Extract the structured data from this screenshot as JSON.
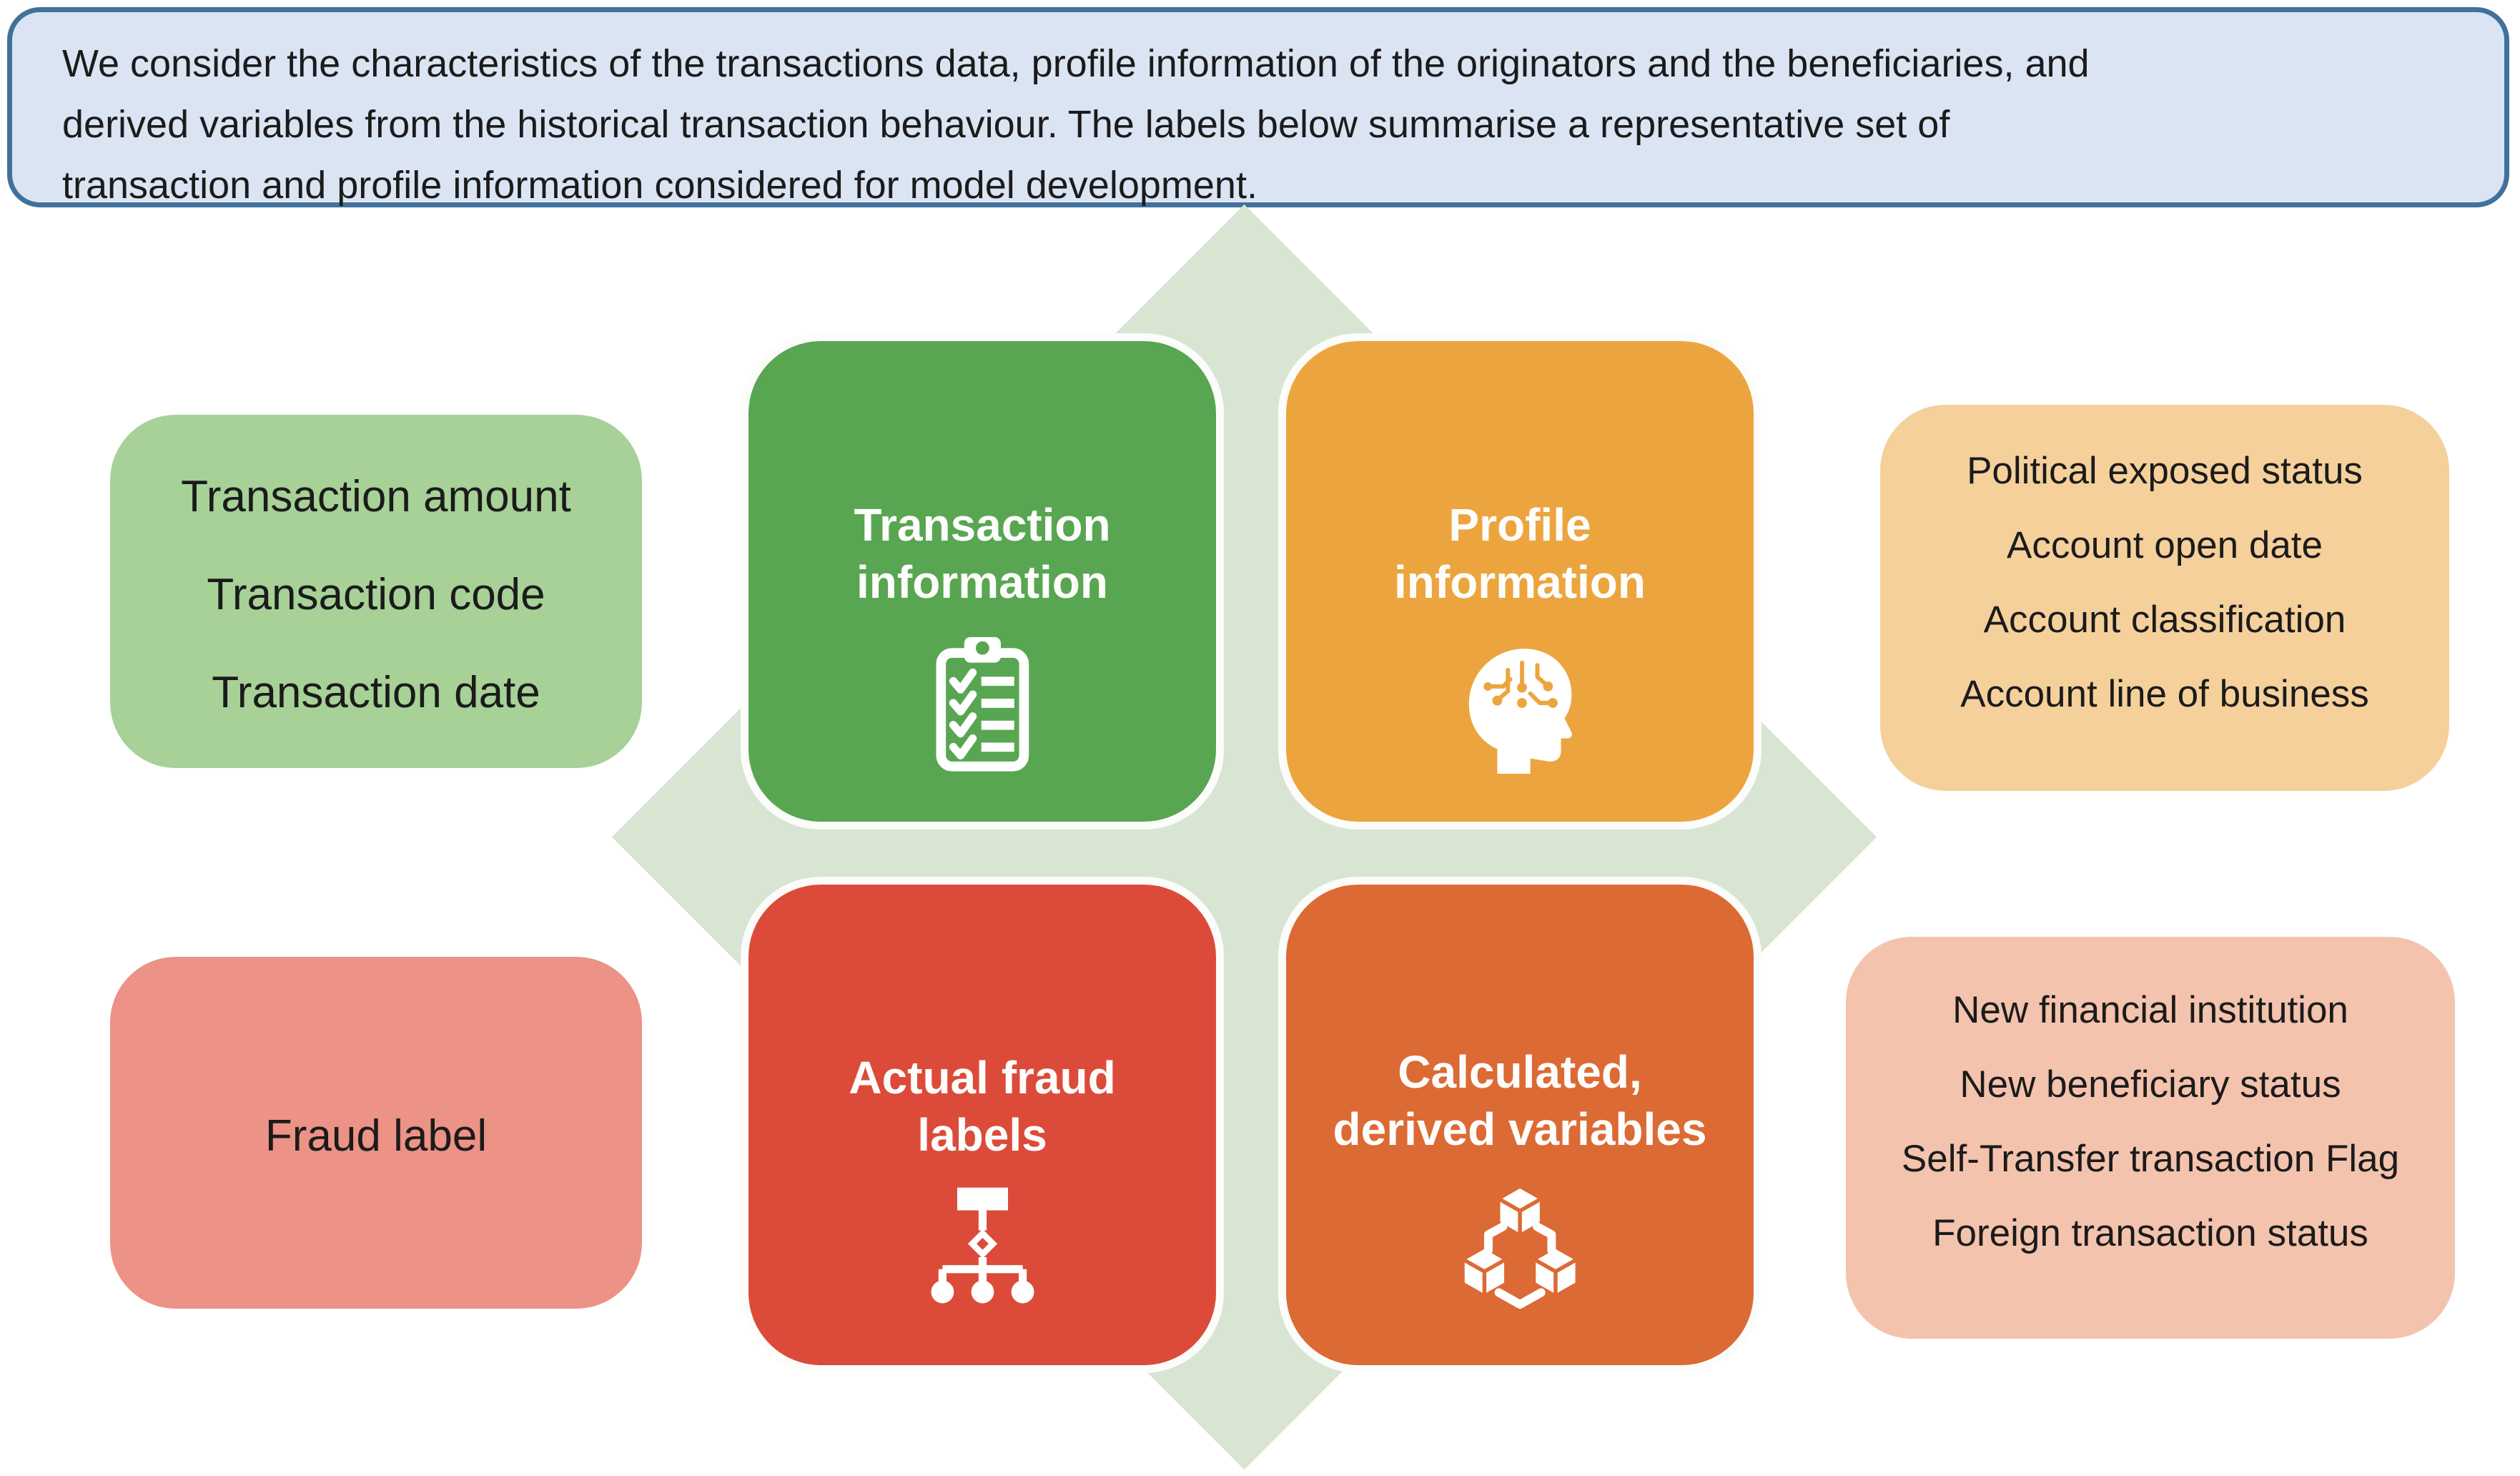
{
  "intro": {
    "lines": [
      "We consider the characteristics of the transactions data, profile information of the originators and the beneficiaries, and",
      "derived variables from the historical transaction behaviour. The labels below summarise a representative set of",
      "transaction and profile information considered for model development."
    ]
  },
  "colors": {
    "intro_bg": "#dbe4f3",
    "intro_border": "#41719c",
    "diamond": "#d7e5d2",
    "transaction_square": "#58a652",
    "profile_square": "#eca53e",
    "fraud_square": "#dc4b3a",
    "derived_square": "#dc6a35",
    "transaction_list_bg": "#a7d197",
    "profile_list_bg": "#f5d09b",
    "fraud_list_bg": "#ec9286",
    "derived_list_bg": "#f4c3ad",
    "square_title_text": "#ffffff",
    "body_text": "#1b1b1b"
  },
  "squares": {
    "transaction": {
      "line1": "Transaction",
      "line2": "information",
      "icon": "clipboard-checklist-icon"
    },
    "profile": {
      "line1": "Profile",
      "line2": "information",
      "icon": "head-circuit-icon"
    },
    "fraud": {
      "line1": "Actual fraud",
      "line2": "labels",
      "icon": "hierarchy-tree-icon"
    },
    "derived": {
      "line1": "Calculated,",
      "line2": "derived variables",
      "icon": "linked-cubes-icon"
    }
  },
  "lists": {
    "transaction": {
      "items": [
        "Transaction amount",
        "Transaction code",
        "Transaction date"
      ]
    },
    "profile": {
      "items": [
        "Political exposed status",
        "Account open date",
        "Account classification",
        "Account line of business"
      ]
    },
    "fraud": {
      "items": [
        "Fraud label"
      ]
    },
    "derived": {
      "items": [
        "New financial institution",
        "New beneficiary status",
        "Self-Transfer transaction Flag",
        "Foreign transaction status"
      ]
    }
  }
}
